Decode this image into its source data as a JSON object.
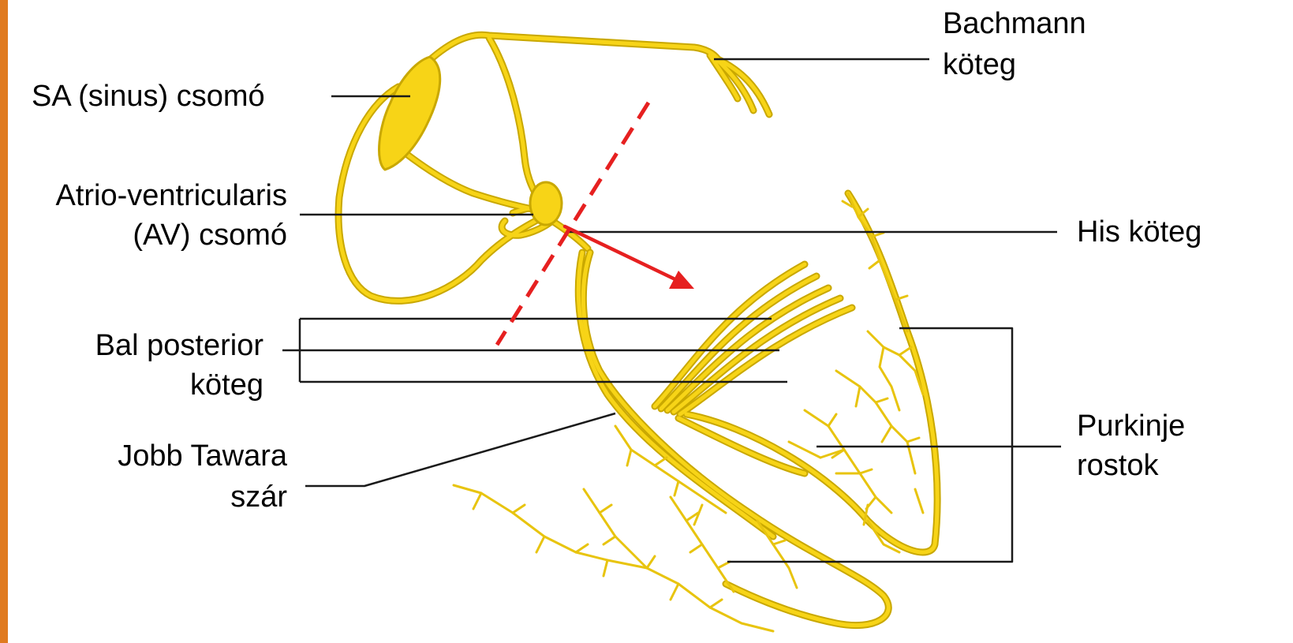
{
  "labels": {
    "sa_node": "SA (sinus) csomó",
    "av_node_line1": "Atrio-ventricularis",
    "av_node_line2": "(AV) csomó",
    "bal_posterior_line1": "Bal posterior",
    "bal_posterior_line2": "köteg",
    "jobb_tawara_line1": "Jobb Tawara",
    "jobb_tawara_line2": "szár",
    "bachmann_line1": "Bachmann",
    "bachmann_line2": "köteg",
    "his": "His köteg",
    "purkinje_line1": "Purkinje",
    "purkinje_line2": "rostok"
  },
  "colors": {
    "accent_bar": "#e07a1f",
    "conduction_fill": "#f7d417",
    "conduction_outline": "#c9a800",
    "leader_line": "#1a1a1a",
    "highlight": "#e62020"
  }
}
